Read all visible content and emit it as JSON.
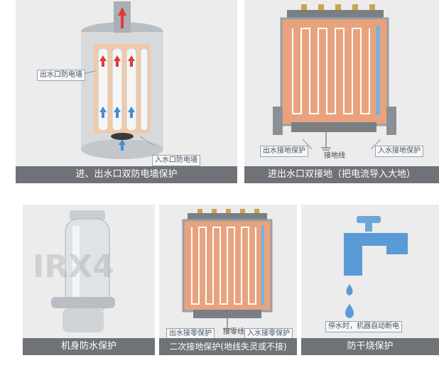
{
  "panels": {
    "p1": {
      "caption": "进、出水口双防电墙保护",
      "label_outlet": "出水口防电墙",
      "label_inlet": "入水口防电墙"
    },
    "p2": {
      "caption": "进出水口双接地（把电流导入大地）",
      "label_outlet": "出水接地保护",
      "label_inlet": "入水接地保护",
      "label_ground": "接地线"
    },
    "p3": {
      "caption": "机身防水保护",
      "watermark": "IRX4"
    },
    "p4": {
      "caption": "二次接地保护(地线失灵或不接)",
      "label_outlet": "出水接零保护",
      "label_inlet": "入水接零保护",
      "label_ground": "接零线"
    },
    "p5": {
      "caption": "防干烧保护",
      "label_stop": "停水时，机器自动断电"
    }
  },
  "colors": {
    "caption_bg": "#6f7377",
    "panel_bg": "#ececec",
    "hot": "#e0502e",
    "cold": "#3f8fd8",
    "copper": "#e8a37e"
  }
}
